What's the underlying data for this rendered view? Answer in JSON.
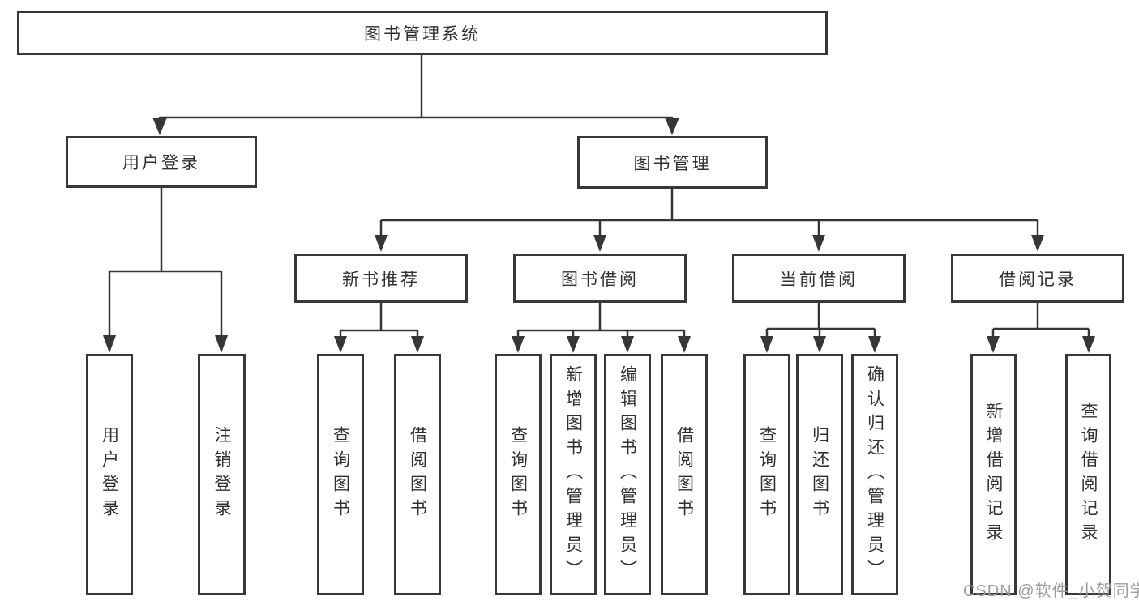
{
  "diagram": {
    "type": "hierarchy-tree",
    "root": "图书管理系统",
    "level2": [
      "用户登录",
      "图书管理"
    ],
    "level3": [
      "新书推荐",
      "图书借阅",
      "当前借阅",
      "借阅记录"
    ],
    "leaves": [
      "用户登录",
      "注销登录",
      "查询图书",
      "借阅图书",
      "查询图书",
      "新增图书（管理员）",
      "编辑图书（管理员）",
      "借阅图书",
      "查询图书",
      "归还图书",
      "确认归还（管理员）",
      "新增借阅记录",
      "查询借阅记录"
    ],
    "edges": [
      {
        "from": "图书管理系统",
        "to": [
          "用户登录",
          "图书管理"
        ]
      },
      {
        "from": "用户登录",
        "to": [
          "用户登录",
          "注销登录"
        ]
      },
      {
        "from": "图书管理",
        "to": [
          "新书推荐",
          "图书借阅",
          "当前借阅",
          "借阅记录"
        ]
      },
      {
        "from": "新书推荐",
        "to": [
          "查询图书",
          "借阅图书"
        ]
      },
      {
        "from": "图书借阅",
        "to": [
          "查询图书",
          "新增图书（管理员）",
          "编辑图书（管理员）",
          "借阅图书"
        ]
      },
      {
        "from": "当前借阅",
        "to": [
          "查询图书",
          "归还图书",
          "确认归还（管理员）"
        ]
      },
      {
        "from": "借阅记录",
        "to": [
          "新增借阅记录",
          "查询借阅记录"
        ]
      }
    ],
    "colors": {
      "line": "#363636",
      "box_border": "#383838",
      "text": "#303030",
      "watermark": "#9b9b9b",
      "background": "#ffffff"
    }
  },
  "watermark": {
    "text": "CSDN @软件_小贺同学"
  }
}
